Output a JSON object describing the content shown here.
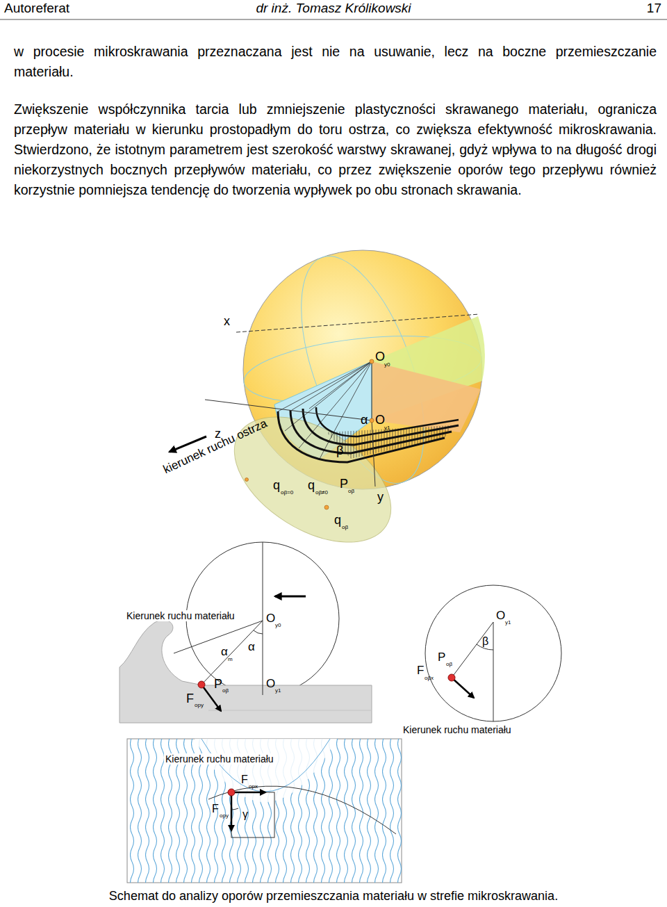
{
  "diagram": {
    "caption": "Schemat do analizy oporów przemieszczania materiału w strefie mikroskrawania.",
    "labels": [
      "Autoreferat",
      "dr inż. Tomasz Królikowski",
      "17",
      "w procesie mikroskrawania przeznaczana jest nie na usuwanie, lecz na boczne przemieszczanie materiału.",
      "Zwiększenie współczynnika tarcia lub zmniejszenie plastyczności skrawanego materiału, ogranicza przepływ materiału w kierunku prostopadłym do toru ostrza, co zwiększa efektywność mikroskrawania. Stwierdzono, że istotnym parametrem jest szerokość warstwy skrawanej, gdyż wpływa to na długość drogi niekorzystnych bocznych przepływów materiału, co przez zwiększenie oporów tego przepływu również korzystnie pomniejsza tendencję do tworzenia wypływek po obu stronach skrawania.",
      "x",
      "O",
      "y0",
      "α",
      "O",
      "y1",
      "z",
      "kierunek ruchu ostrza",
      "β",
      "q",
      "oβ=0",
      "q",
      "oβ≠0",
      "P",
      "oβ",
      "y",
      "q",
      "oβ",
      "Kierunek ruchu materiału",
      "O",
      "y0",
      "α",
      "α",
      "m",
      "P",
      "oβ",
      "F",
      "opy",
      "O",
      "y1",
      "O",
      "y1",
      "β",
      "F",
      "oβx",
      "P",
      "oβ",
      "Kierunek ruchu materiału",
      "Kierunek ruchu materiału",
      "F",
      "opx",
      "F",
      "opy",
      "γ"
    ]
  }
}
